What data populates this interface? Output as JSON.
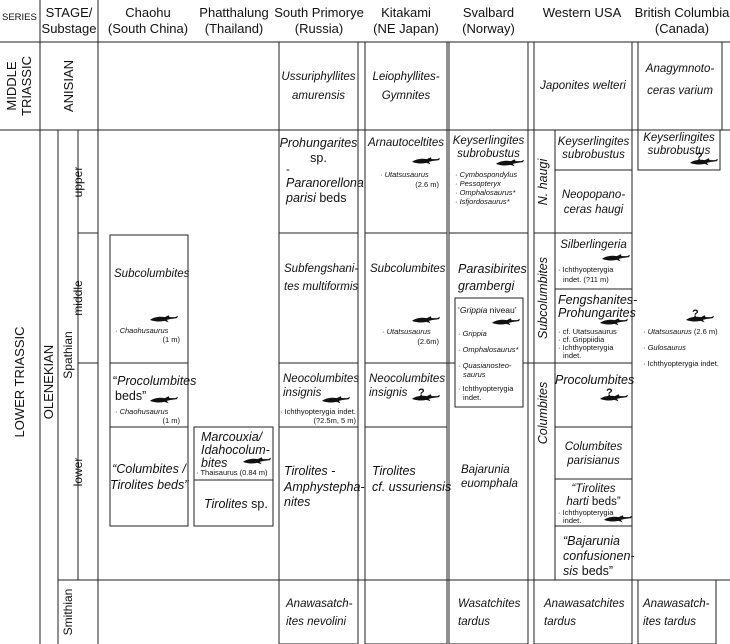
{
  "header": {
    "series": "SERIES",
    "stage": "STAGE/",
    "substage": "Substage",
    "columns": [
      {
        "name": "Chaohu",
        "region": "(South China)"
      },
      {
        "name": "Phatthalung",
        "region": "(Thailand)"
      },
      {
        "name": "South Primorye",
        "region": "(Russia)"
      },
      {
        "name": "Kitakami",
        "region": "(NE Japan)"
      },
      {
        "name": "Svalbard",
        "region": "(Norway)"
      },
      {
        "name": "Western USA",
        "region": ""
      },
      {
        "name": "British Columbia",
        "region": "(Canada)"
      }
    ]
  },
  "axis": {
    "middle": "MIDDLE",
    "triassic": "TRIASSIC",
    "anisian": "ANISIAN",
    "lower_triassic": "LOWER TRIASSIC",
    "olenekian": "OLENEKIAN",
    "spathian": "Spathian",
    "upper": "upper",
    "middle_sub": "middle",
    "lower": "lower",
    "smithian": "Smithian"
  },
  "chaohu": {
    "z1": "Subcolumbites",
    "sp1": "· Chaohusaurus",
    "sz1": "(1 m)",
    "z2q": "“",
    "z2": "Procolumbites",
    "z2b": "beds”",
    "sp2": "· Chaohusaurus",
    "sz2": "(1 m)",
    "z3a": "“Columbites /",
    "z3b": "Tirolites beds”"
  },
  "phatthalung": {
    "z1a": "Marcouxia/",
    "z1b": "Idahocolum-",
    "z1c": "bites",
    "sp1": "· Thaisaurus (0.84 m)",
    "z2": "Tirolites",
    "z2b": " sp."
  },
  "primorye": {
    "anisian_a": "Ussuriphyllites",
    "anisian_b": "amurensis",
    "u1": "Prohungarites",
    "u2": "sp.",
    "u3": "-",
    "u4": "Paranorellona",
    "u5": "parisi",
    "u6": " beds",
    "m1": "Subfengshani-",
    "m2": "tes multiformis",
    "l1a": "Neocolumbites",
    "l1b": "insignis",
    "l1sp": "· Ichthyopterygia indet.",
    "l1sz": "(?2.5m, 5 m)",
    "l2a": "Tirolites -",
    "l2b": "Amphystepha-",
    "l2c": "nites",
    "sm_a": "Anawasatch-",
    "sm_b": "ites nevolini"
  },
  "kitakami": {
    "anisian_a": "Leiophyllites-",
    "anisian_b": "Gymnites",
    "u1": "Arnautoceltites",
    "usp": "· Utatsusaurus",
    "usz": "(2.6 m)",
    "m1": "Subcolumbites",
    "msp": "· Utatsusaurus",
    "msz": "(2.6m)",
    "l1a": "Neocolumbites",
    "l1b": "insignis",
    "l2a": "Tirolites",
    "l2b": "cf. ussuriensis"
  },
  "svalbard": {
    "u1": "Keyserlingites",
    "u2": "subrobustus",
    "usp": [
      "· Cymbospondylus",
      "· Pessopteryx",
      "· Omphalosaurus*",
      "· Isfjordosaurus*"
    ],
    "m1": "Parasibirites",
    "m2": "grambergi",
    "g_q1": "‘",
    "g_name": "Grippia",
    "g_niveau": " niveau’",
    "gsp1": "· Grippia",
    "gsp2": "· Omphalosaurus*",
    "gsp3a": "· Quasianosteo-",
    "gsp3b": "saurus",
    "gsp4a": "· Ichthyopterygia",
    "gsp4b": "indet.",
    "l1": "Bajarunia",
    "l2": "euomphala",
    "sm_a": "Wasatchites",
    "sm_b": "tardus"
  },
  "western_usa": {
    "anisian": "Japonites welteri",
    "zone1": "N. haugi",
    "zone2": "Subcolumbites",
    "zone3": "Columbites",
    "k1": "Keyserlingites",
    "k2": "subrobustus",
    "n1": "Neopopano-",
    "n2": "ceras haugi",
    "s1": "Silberlingeria",
    "s_sp1": "· Ichthyopterygia",
    "s_sp2": "indet. (?11 m)",
    "f1": "Fengshanites-",
    "f2": "Prohungarites",
    "f_sp1": "· cf. Utatsusaurus",
    "f_sp2": "· cf. Grippiidia",
    "f_sp3": "· Ichthyopterygia",
    "f_sp4": "indet.",
    "p1": "Procolumbites",
    "c1": "Columbites",
    "c2": "parisianus",
    "t1": "“Tirolites",
    "t2": "harti",
    "t2b": " beds”",
    "t_sp1": "· Ichthyopterygia",
    "t_sp2": "indet.",
    "b1": "“Bajarunia",
    "b2": "confusionen-",
    "b3": "sis",
    "b3b": " beds”",
    "sm_a": "Anawasatchites",
    "sm_b": "tardus"
  },
  "british_columbia": {
    "anisian_a": "Anagymnoto-",
    "anisian_b": "ceras varium",
    "k1": "Keyserlingites",
    "k2": "subrobustus",
    "sp1a": "· ",
    "sp1": "Utatsusaurus",
    "sp1b": " (2.6 m)",
    "sp2": "· Gulosaurus",
    "sp3": "· Ichthyopterygia indet.",
    "sm_a": "Anawasatch-",
    "sm_b": "ites tardus"
  },
  "icons": {
    "fossil": "ichthyosaur-silhouette-icon",
    "uncertain": "question-ichthyosaur-icon"
  },
  "colors": {
    "line": "#222222",
    "fossil": "#111111"
  }
}
